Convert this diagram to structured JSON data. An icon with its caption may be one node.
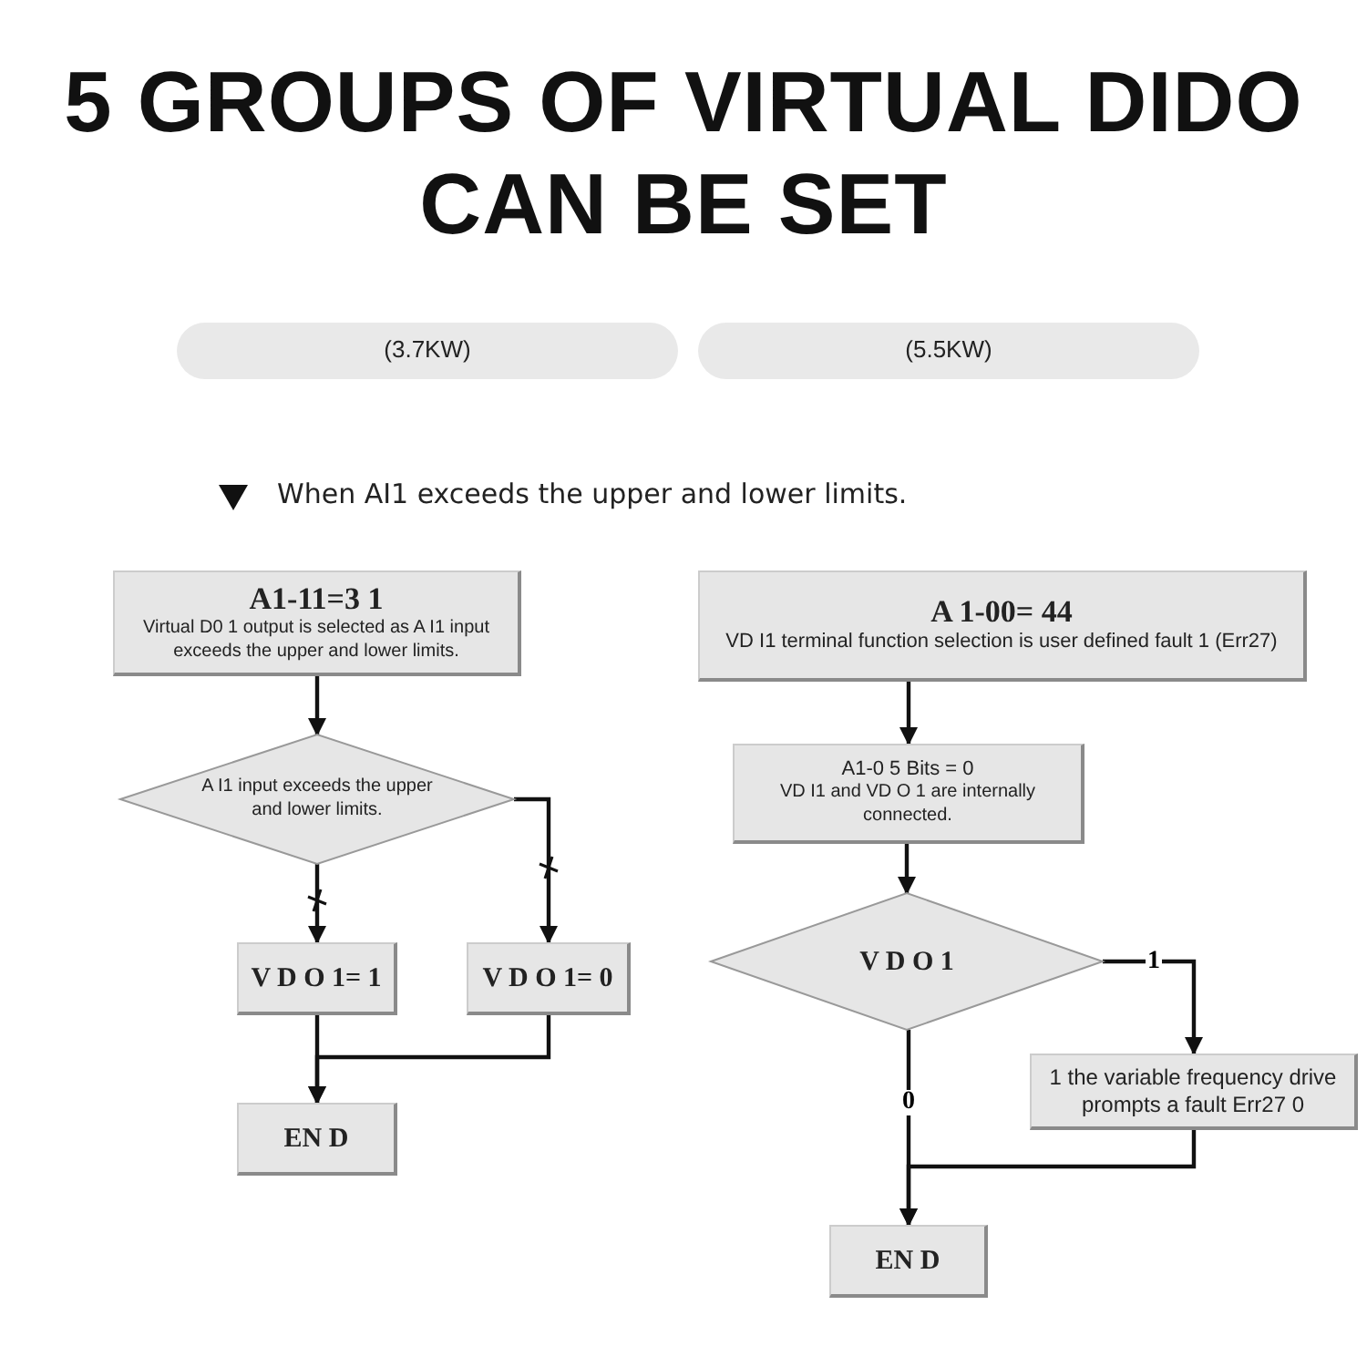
{
  "diagram": {
    "title": "5 GROUPS OF VIRTUAL DIDO CAN BE SET",
    "nodes": [
      {
        "text": [
          "(3.7KW)"
        ]
      },
      {
        "text": [
          "(5.5KW)"
        ]
      },
      {
        "text": [
          "A1-11=3 1",
          "Virtual D0 1 output is selected as A I1 input exceeds the upper and lower limits."
        ]
      },
      {
        "text": [
          "A I1 input exceeds the upper and lower limits."
        ]
      },
      {
        "text": [
          "V D O 1= 1"
        ]
      },
      {
        "text": [
          "V D O 1= 0"
        ]
      },
      {
        "text": [
          "EN D"
        ]
      },
      {
        "text": [
          "A 1-00= 44",
          "VD I1 terminal function selection is user defined fault 1 (Err27)"
        ]
      },
      {
        "text": [
          "A1-0 5 Bits = 0",
          "VD I1 and VD O 1 are internally connected."
        ]
      },
      {
        "text": [
          "V D O 1"
        ]
      },
      {
        "text": [
          "1 the variable frequency drive prompts a fault Err27 0"
        ]
      },
      {
        "text": [
          "EN D"
        ]
      }
    ],
    "edges": [
      {
        "from": 2,
        "to": 3,
        "arrow": "to"
      },
      {
        "from": 3,
        "to": 4,
        "arrow": "to"
      },
      {
        "from": 3,
        "to": 5,
        "arrow": "to"
      },
      {
        "from": 4,
        "to": 6,
        "arrow": "to"
      },
      {
        "from": 5,
        "to": 6,
        "arrow": "to"
      },
      {
        "from": 7,
        "to": 8,
        "arrow": "to"
      },
      {
        "from": 8,
        "to": 9,
        "arrow": "to"
      },
      {
        "from": 9,
        "to": 10,
        "arrow": "to",
        "label": "1"
      },
      {
        "from": 9,
        "to": 11,
        "arrow": "to",
        "label": "0"
      },
      {
        "from": 10,
        "to": 11,
        "arrow": "to"
      }
    ],
    "labels": [
      "When AI1 exceeds the upper and lower limits."
    ]
  }
}
